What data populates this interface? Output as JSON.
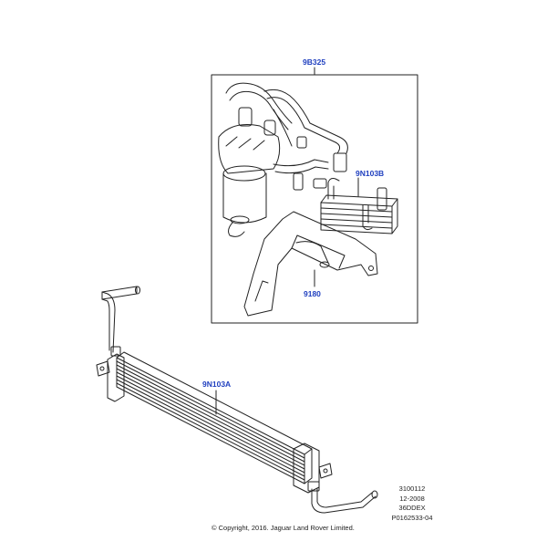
{
  "callouts": {
    "kit": "9B325",
    "cooler_small": "9N103B",
    "bracket": "9180",
    "cooler_main": "9N103A"
  },
  "meta": {
    "line1": "3100112",
    "line2": "12-2008",
    "line3": "36DDEX",
    "line4": "P0162533-04"
  },
  "copyright": "© Copyright, 2016. Jaguar Land Rover Limited.",
  "colors": {
    "callout": "#1f3fbf",
    "line": "#222222"
  }
}
